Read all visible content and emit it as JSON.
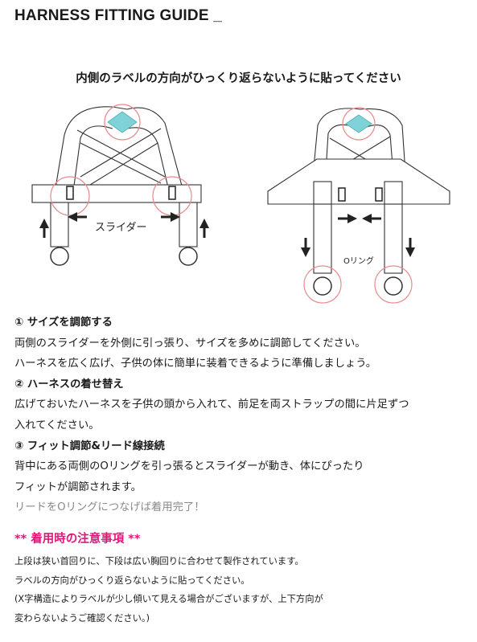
{
  "title": "HARNESS FITTING GUIDE _",
  "subtitle": "内側のラベルの方向がひっくり返らないように貼ってください",
  "diagram": {
    "slider_label": "スライダー",
    "ring_label": "Oリング"
  },
  "sections": [
    {
      "heading": "① サイズを調節する",
      "lines": [
        "両側のスライダーを外側に引っ張り、サイズを多めに調節してください。",
        "ハーネスを広く広げ、子供の体に簡単に装着できるように準備しましょう。"
      ]
    },
    {
      "heading": "② ハーネスの着せ替え",
      "lines": [
        "広げておいたハーネスを子供の頭から入れて、前足を両ストラップの間に片足ずつ",
        "入れてください。"
      ]
    },
    {
      "heading": "③ フィット調節&リード線接続",
      "lines": [
        "背中にある両側のOリングを引っ張るとスライダーが動き、体にぴったり",
        "フィットが調節されます。"
      ],
      "muted": "リードをOリングにつなげば着用完了！"
    }
  ],
  "caution": {
    "title": "** 着用時の注意事項 **",
    "lines": [
      "上段は狭い首回りに、下段は広い胸回りに合わせて製作されています。",
      "ラベルの方向がひっくり返らないように貼ってください。",
      "(X字構造によりラベルが少し傾いて見える場合がございますが、上下方向が",
      "変わらないようご確認ください。)"
    ]
  },
  "colors": {
    "accent": "#e0187a",
    "label": "#7fd3d8",
    "circle": "#e88a8a",
    "muted": "#8a8a8a"
  }
}
